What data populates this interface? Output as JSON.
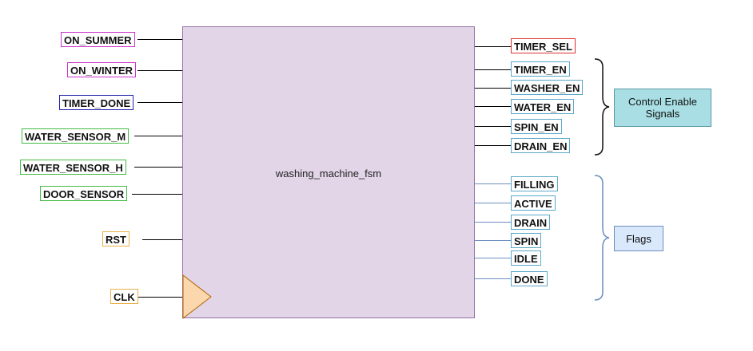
{
  "module": {
    "name": "washing_machine_fsm"
  },
  "inputs": [
    {
      "label": "ON_SUMMER",
      "color": "pink"
    },
    {
      "label": "ON_WINTER",
      "color": "pink"
    },
    {
      "label": "TIMER_DONE",
      "color": "navy"
    },
    {
      "label": "WATER_SENSOR_M",
      "color": "green"
    },
    {
      "label": "WATER_SENSOR_H",
      "color": "green"
    },
    {
      "label": "DOOR_SENSOR",
      "color": "green"
    },
    {
      "label": "RST",
      "color": "orange"
    },
    {
      "label": "CLK",
      "color": "orange"
    }
  ],
  "outputs": {
    "timer_sel": {
      "label": "TIMER_SEL",
      "color": "red"
    },
    "enables": [
      "TIMER_EN",
      "WASHER_EN",
      "WATER_EN",
      "SPIN_EN",
      "DRAIN_EN"
    ],
    "flags": [
      "FILLING",
      "ACTIVE",
      "DRAIN",
      "SPIN",
      "IDLE",
      "DONE"
    ]
  },
  "groups": {
    "control_enable": "Control Enable Signals",
    "flags": "Flags"
  },
  "colors": {
    "module_fill": "#e1d5e7",
    "module_stroke": "#9673a6",
    "clock_fill": "#fad7ac",
    "clock_stroke": "#b46504",
    "control_box": "#a9dfe4",
    "flags_box": "#dae8fc",
    "flag_brace": "#6c8ebf"
  }
}
